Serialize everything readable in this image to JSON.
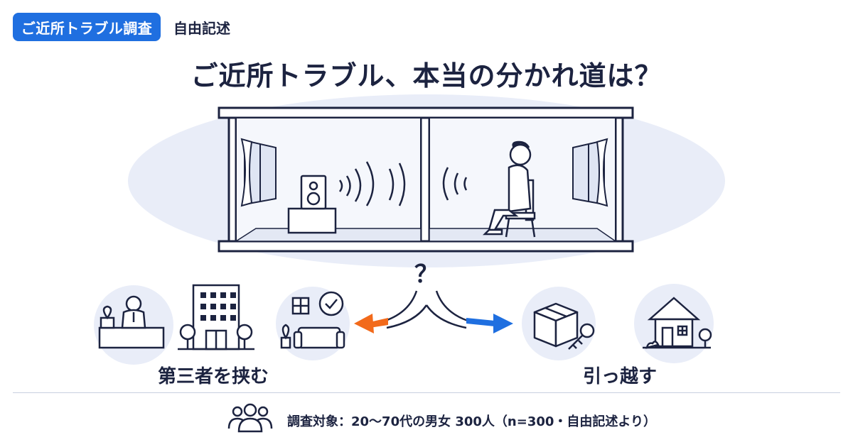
{
  "header": {
    "badge": "ご近所トラブル調査",
    "subtag": "自由記述"
  },
  "title": "ご近所トラブル、本当の分かれ道は？",
  "scene": {
    "question_mark": "？",
    "left_option": "第三者を挟む",
    "right_option": "引っ越す"
  },
  "footer": {
    "text": "調査対象：20〜70代の男女 300人（n=300・自由記述より）"
  },
  "colors": {
    "accent_blue": "#1f6fe0",
    "accent_orange": "#f26a1b",
    "ink": "#1c2340",
    "bubble": "#e9edf8"
  },
  "icons": [
    "speaker-icon",
    "sound-wave-icon",
    "seated-person-icon",
    "receptionist-icon",
    "office-building-icon",
    "sofa-icon",
    "checkmark-icon",
    "box-icon",
    "key-icon",
    "house-icon",
    "group-icon"
  ]
}
